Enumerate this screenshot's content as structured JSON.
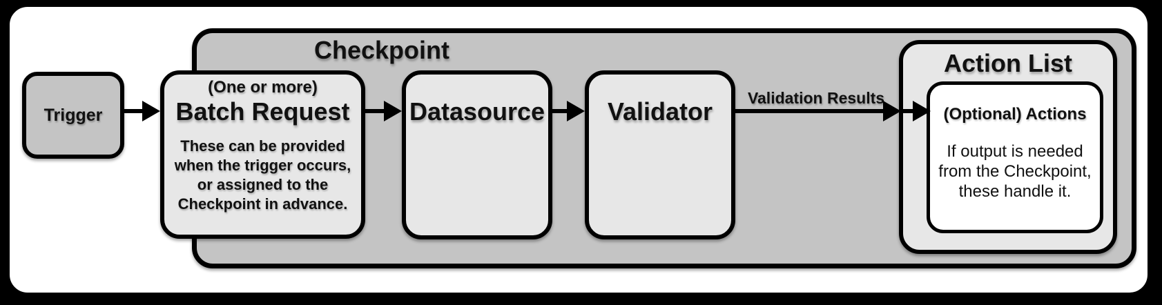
{
  "diagram": {
    "checkpoint": {
      "label": "Checkpoint"
    },
    "trigger": {
      "label": "Trigger"
    },
    "batch_request": {
      "qualifier": "(One or more)",
      "title": "Batch Request",
      "description": "These can be provided\nwhen the trigger occurs,\nor assigned to the\nCheckpoint in advance."
    },
    "datasource": {
      "title": "Datasource"
    },
    "validator": {
      "title": "Validator"
    },
    "validation_results": {
      "label": "Validation Results"
    },
    "action_list": {
      "title": "Action List",
      "actions": {
        "title": "(Optional) Actions",
        "description": "If output is needed\nfrom the Checkpoint,\nthese handle it."
      }
    },
    "colors": {
      "background": "#000000",
      "panel_fill": "#ffffff",
      "container_fill": "#c4c4c4",
      "node_fill": "#e7e7e7",
      "actions_fill": "#ffffff",
      "stroke": "#000000",
      "text": "#111111"
    }
  }
}
